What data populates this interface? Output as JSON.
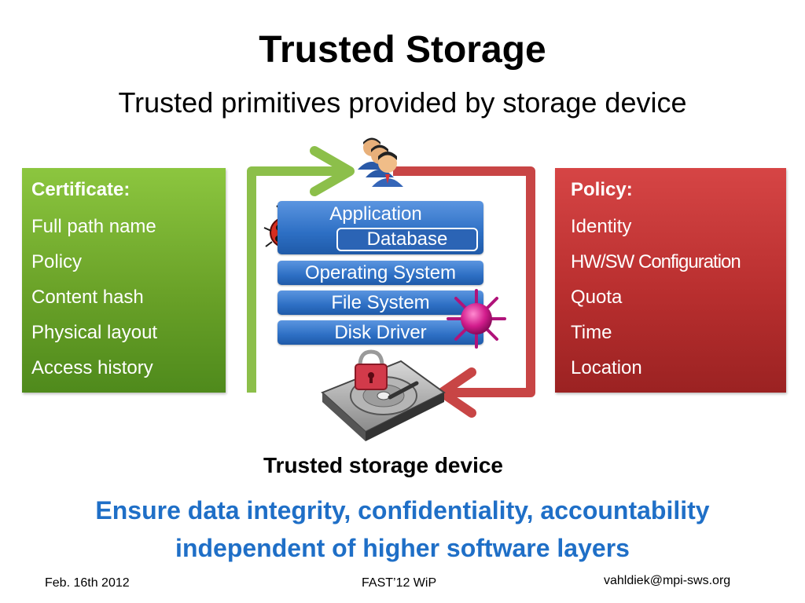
{
  "slide": {
    "title": "Trusted Storage",
    "subtitle": "Trusted primitives provided by storage device"
  },
  "certificate_panel": {
    "heading": "Certificate:",
    "items": [
      "Full path name",
      "Policy",
      "Content hash",
      "Physical layout",
      "Access history"
    ],
    "color": "#6aa228"
  },
  "policy_panel": {
    "heading": "Policy:",
    "items": [
      "Identity",
      "HW/SW Configuration",
      "Quota",
      "Time",
      "Location"
    ],
    "color": "#b92f2f"
  },
  "stack": {
    "application": "Application",
    "database": "Database",
    "operating_system": "Operating System",
    "file_system": "File System",
    "disk_driver": "Disk Driver"
  },
  "icons": [
    "users-icon",
    "ladybug-icon",
    "virus-icon",
    "locked-hard-drive-icon"
  ],
  "device_label": "Trusted storage device",
  "tagline": {
    "line1": "Ensure data integrity, confidentiality, accountability",
    "line2": "independent of higher software layers",
    "color": "#1f6fc7"
  },
  "footer": {
    "date": "Feb. 16th 2012",
    "venue": "FAST’12 WiP",
    "email": "vahldiek@mpi-sws.org"
  }
}
